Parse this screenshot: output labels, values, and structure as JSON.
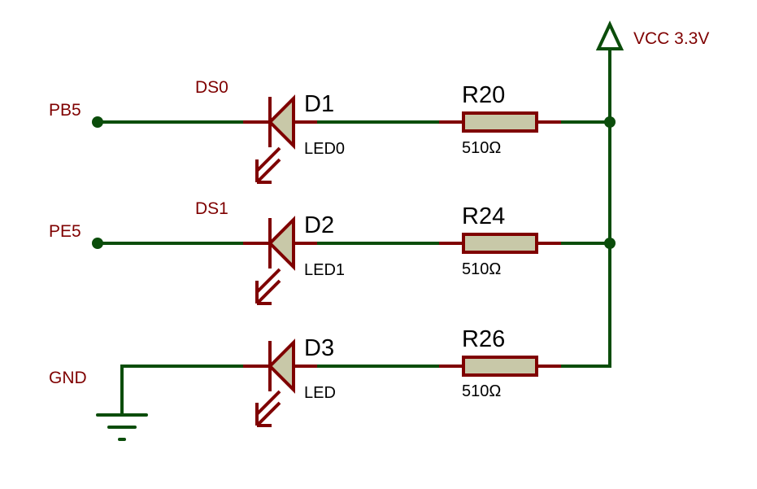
{
  "title": "LED driver schematic",
  "colors": {
    "wire": "#0b4d0b",
    "component": "#7f0000",
    "component_fill": "#c8c8a8",
    "net_label": "#7f0000",
    "text": "#000000",
    "background": "#ffffff"
  },
  "power": {
    "vcc_label": "VCC 3.3V",
    "gnd_label": "GND"
  },
  "rows": [
    {
      "net": "PB5",
      "led_designator": "DS0",
      "diode_ref": "D1",
      "led_value": "LED0",
      "resistor_ref": "R20",
      "resistor_value": "510Ω"
    },
    {
      "net": "PE5",
      "led_designator": "DS1",
      "diode_ref": "D2",
      "led_value": "LED1",
      "resistor_ref": "R24",
      "resistor_value": "510Ω"
    },
    {
      "net": "GND",
      "led_designator": "",
      "diode_ref": "D3",
      "led_value": "LED",
      "resistor_ref": "R26",
      "resistor_value": "510Ω"
    }
  ]
}
